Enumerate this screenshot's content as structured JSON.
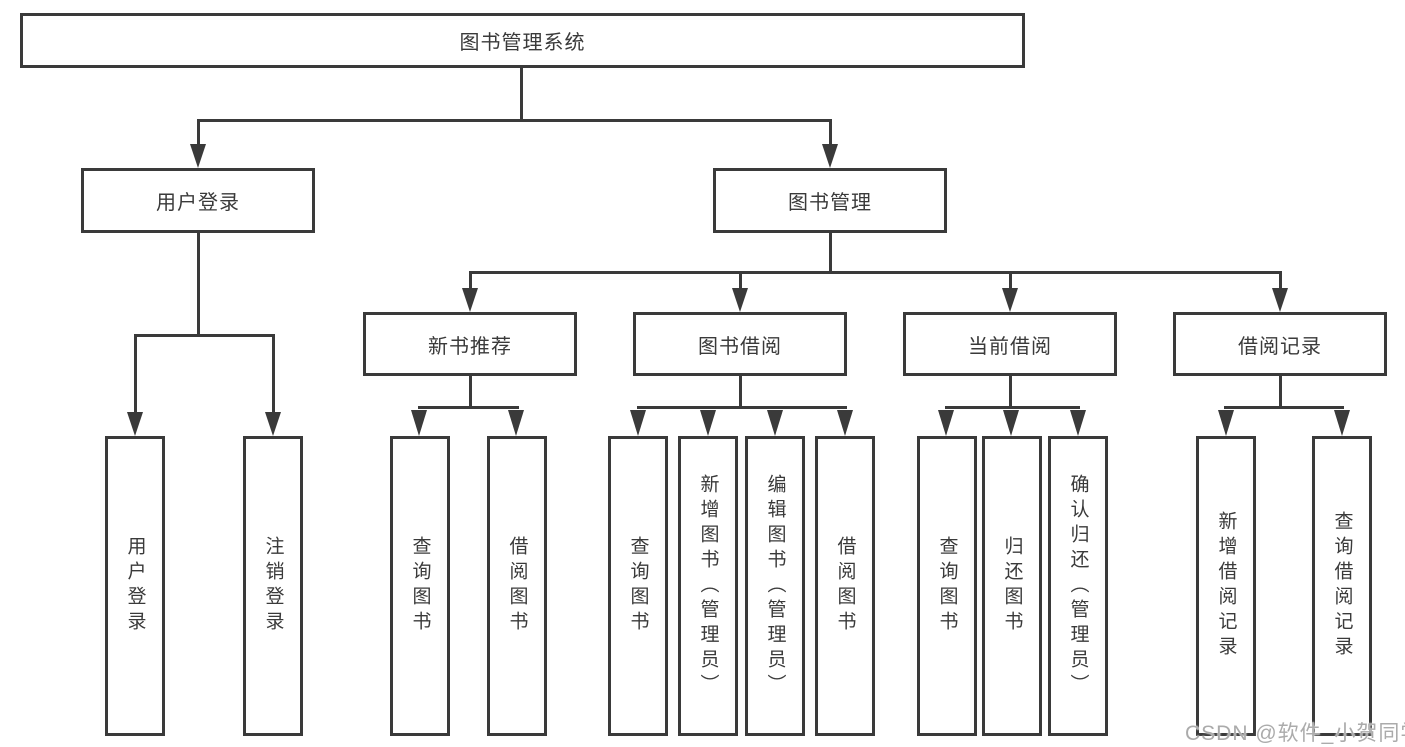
{
  "nodes": {
    "root": "图书管理系统",
    "level2": [
      "用户登录",
      "图书管理"
    ],
    "level3": [
      "新书推荐",
      "图书借阅",
      "当前借阅",
      "借阅记录"
    ],
    "login_children": [
      "用户登录",
      "注销登录"
    ],
    "newbook_children": [
      "查询图书",
      "借阅图书"
    ],
    "borrow_children": [
      "查询图书",
      "新增图书（管理员）",
      "编辑图书（管理员）",
      "借阅图书"
    ],
    "current_children": [
      "查询图书",
      "归还图书",
      "确认归还（管理员）"
    ],
    "records_children": [
      "新增借阅记录",
      "查询借阅记录"
    ]
  },
  "watermark": "CSDN @软件_小贺同学",
  "colors": {
    "line": "#3a3a3a",
    "text": "#3a3a3a",
    "box_background": "#ffffff",
    "watermark": "#ababab"
  }
}
